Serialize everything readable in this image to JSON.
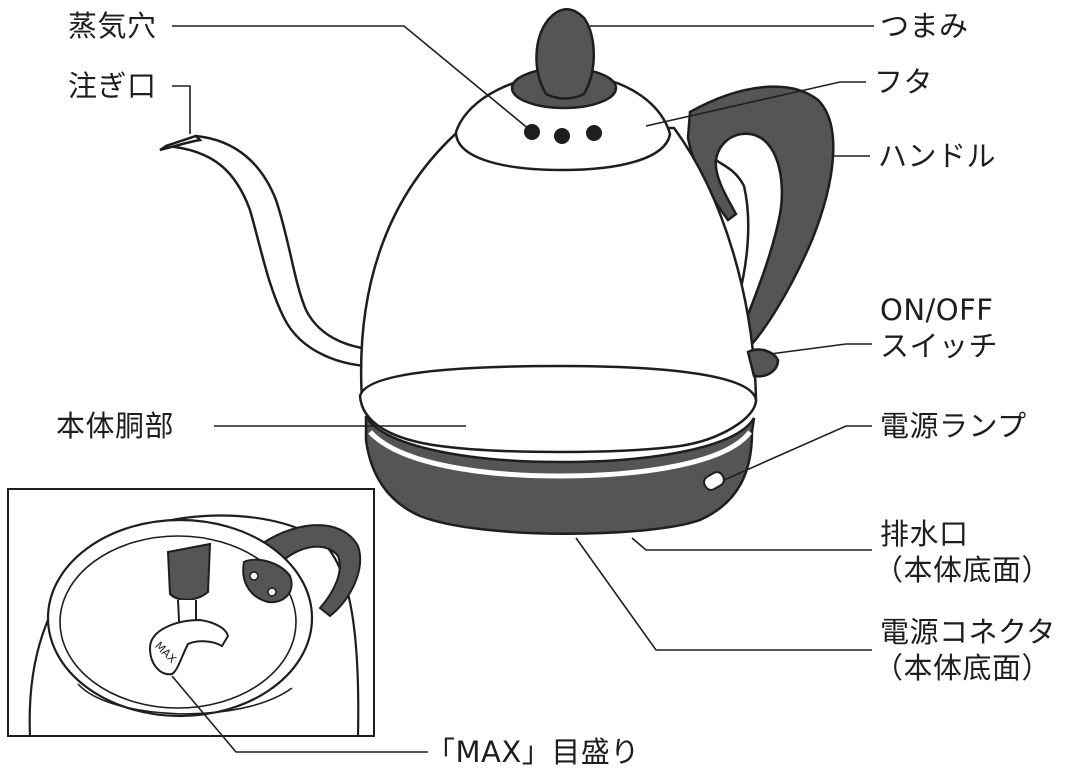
{
  "diagram": {
    "labels": {
      "steam_vent": "蒸気穴",
      "spout": "注ぎ口",
      "knob": "つまみ",
      "lid": "フタ",
      "handle": "ハンドル",
      "switch_line1": "ON/OFF",
      "switch_line2": "スイッチ",
      "body": "本体胴部",
      "power_lamp": "電源ランプ",
      "drain_line1": "排水口",
      "drain_line2": "（本体底面）",
      "connector_line1": "電源コネクタ",
      "connector_line2": "（本体底面）",
      "max_mark": "「MAX」目盛り",
      "max_engraving": "MAX"
    },
    "colors": {
      "line": "#1e1e1e",
      "dark_parts": "#555555",
      "body_fill": "#ffffff"
    }
  }
}
